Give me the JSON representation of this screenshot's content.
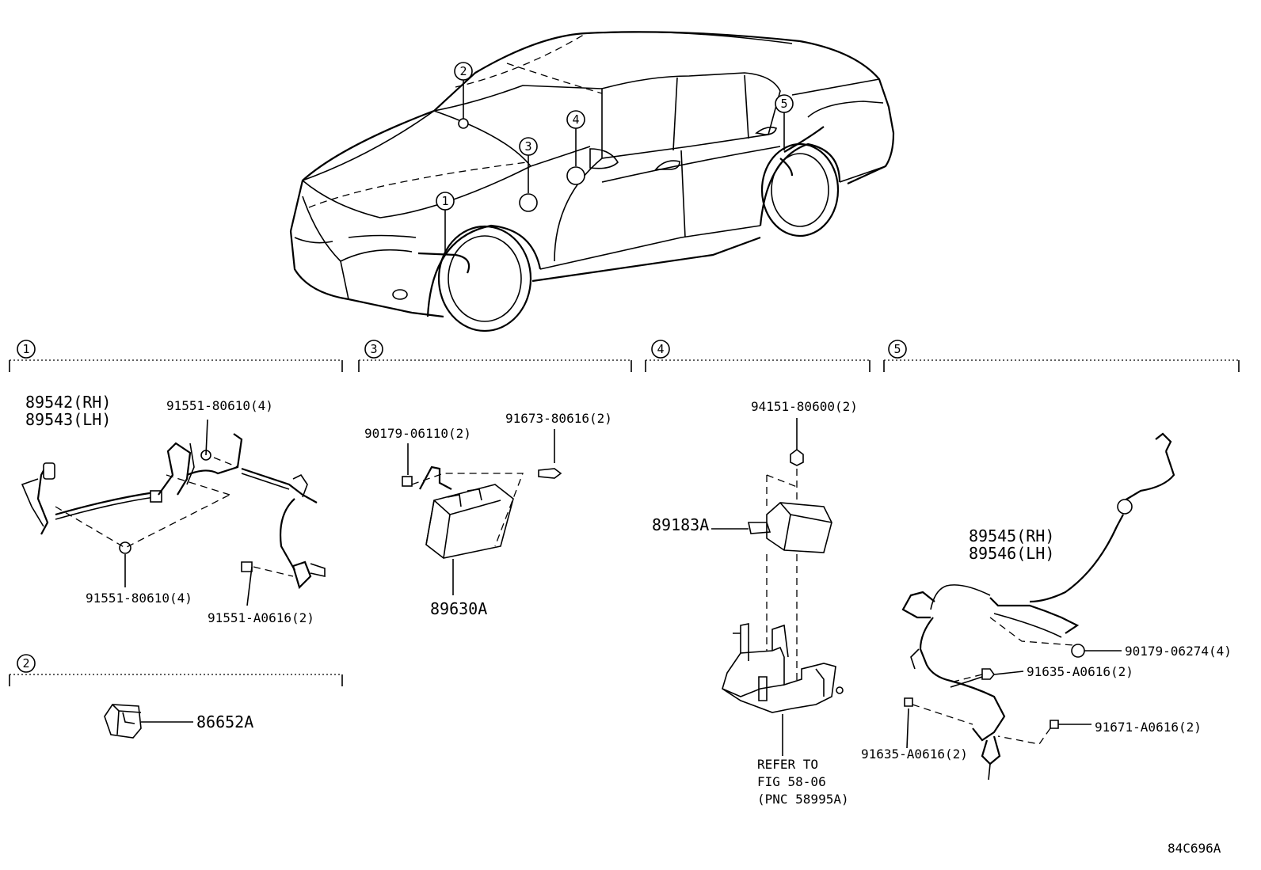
{
  "callouts": [
    "1",
    "2",
    "3",
    "4",
    "5"
  ],
  "section1": {
    "sensor_rh": "89542(RH)",
    "sensor_lh": "89543(LH)",
    "bolt_top": "91551-80610(4)",
    "bolt_bottom": "91551-80610(4)",
    "bolt_small": "91551-A0616(2)"
  },
  "section2": {
    "part": "86652A"
  },
  "section3": {
    "nut": "90179-06110(2)",
    "bolt": "91673-80616(2)",
    "computer": "89630A"
  },
  "section4": {
    "nut": "94151-80600(2)",
    "sensor": "89183A",
    "refer_line1": "REFER TO",
    "refer_line2": "FIG 58-06",
    "refer_line3": "(PNC 58995A)"
  },
  "section5": {
    "sensor_rh": "89545(RH)",
    "sensor_lh": "89546(LH)",
    "nut": "90179-06274(4)",
    "bolt_a": "91635-A0616(2)",
    "bolt_b": "91635-A0616(2)",
    "bolt_c": "91671-A0616(2)"
  },
  "figure_code": "84C696A"
}
